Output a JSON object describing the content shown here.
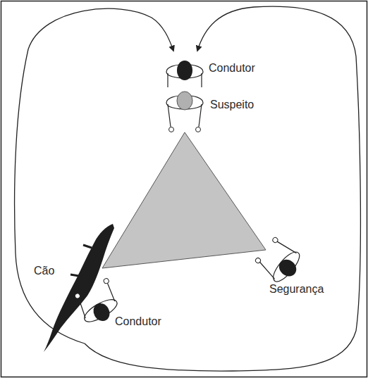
{
  "diagram": {
    "labels": [
      "Condutor",
      "Suspeito",
      "Cão",
      "Condutor",
      "Segurança"
    ]
  }
}
